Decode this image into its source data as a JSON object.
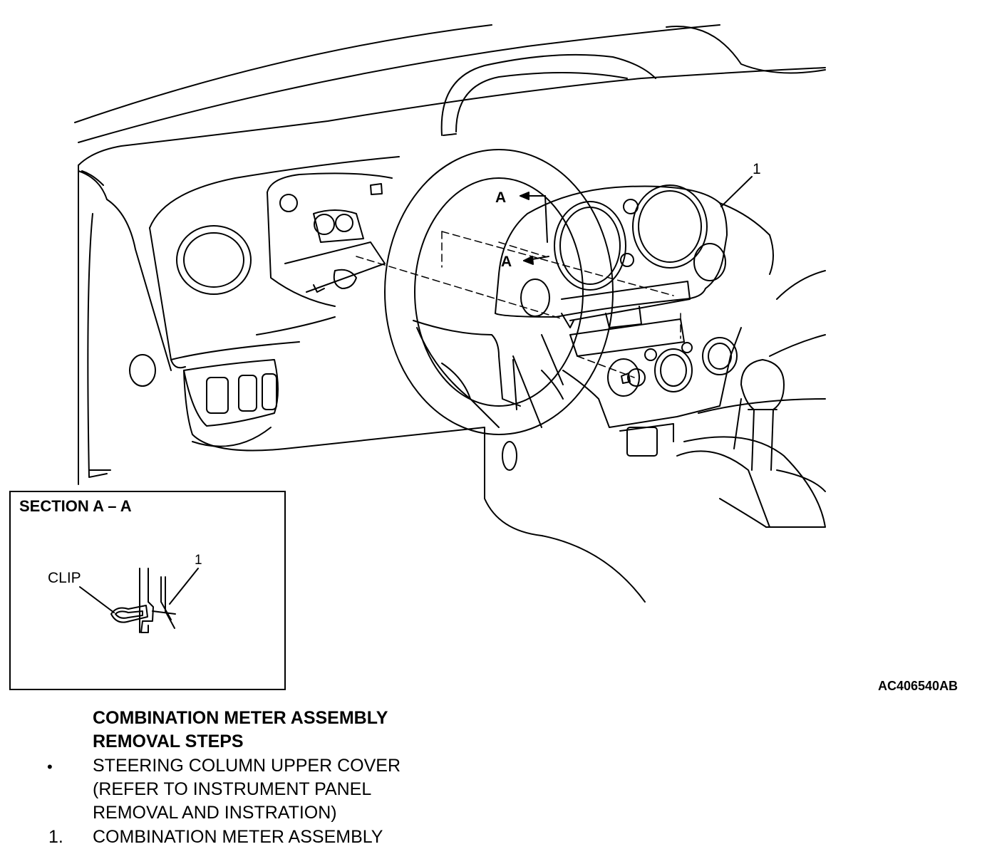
{
  "figure_code": "AC406540AB",
  "callouts": {
    "main_part_number": "1",
    "section_arrow_upper": "A",
    "section_arrow_lower": "A"
  },
  "section_view": {
    "title": "SECTION A – A",
    "clip_label": "CLIP",
    "part_number": "1"
  },
  "steps": {
    "heading_line1": "COMBINATION METER ASSEMBLY",
    "heading_line2": "REMOVAL STEPS",
    "bullet": "•",
    "step_pre_line1": "STEERING COLUMN UPPER COVER",
    "step_pre_line2": "(REFER TO INSTRUMENT PANEL",
    "step_pre_line3": "REMOVAL AND INSTRATION)",
    "step1_number": "1.",
    "step1_text": "COMBINATION METER ASSEMBLY"
  }
}
